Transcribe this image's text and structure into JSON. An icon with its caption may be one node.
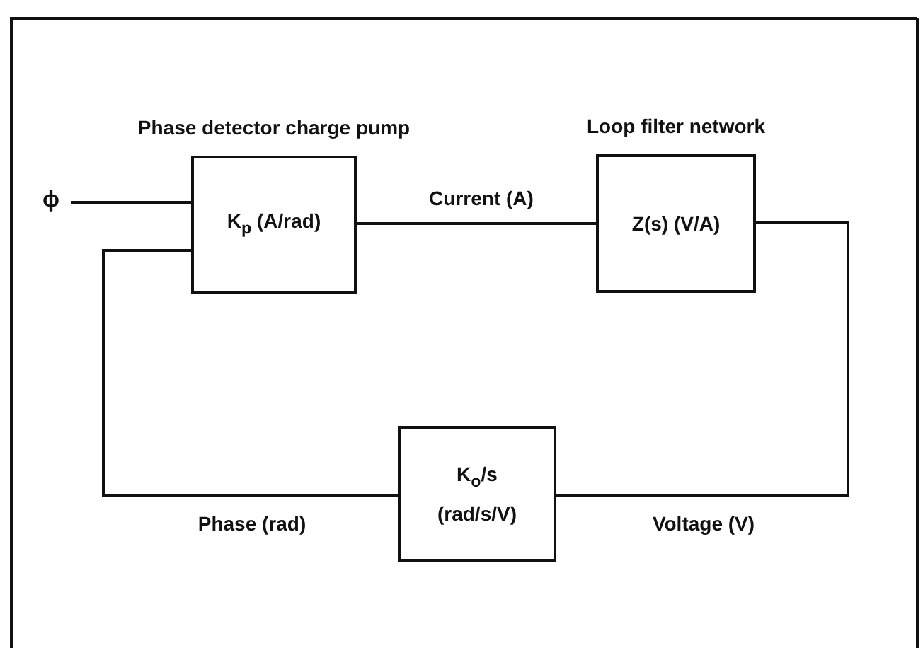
{
  "diagram": {
    "nodes": [
      {
        "text": [
          "ϕ"
        ]
      },
      {
        "text": [
          "Phase detector charge pump",
          "K$_{p}$ (A/rad)"
        ]
      },
      {
        "text": [
          "Loop filter network",
          "Z(s) (V/A)"
        ]
      },
      {
        "text": [
          "K$_{o}$/s (rad/s/V)"
        ]
      }
    ],
    "edges": [
      {
        "from": 0,
        "to": 1,
        "arrow": "none"
      },
      {
        "from": 1,
        "to": 2,
        "arrow": "none",
        "label": "Current (A)"
      },
      {
        "from": 2,
        "to": 3,
        "arrow": "none",
        "label": "Voltage (V)"
      },
      {
        "from": 3,
        "to": 1,
        "arrow": "none",
        "label": "Phase (rad)"
      }
    ]
  }
}
